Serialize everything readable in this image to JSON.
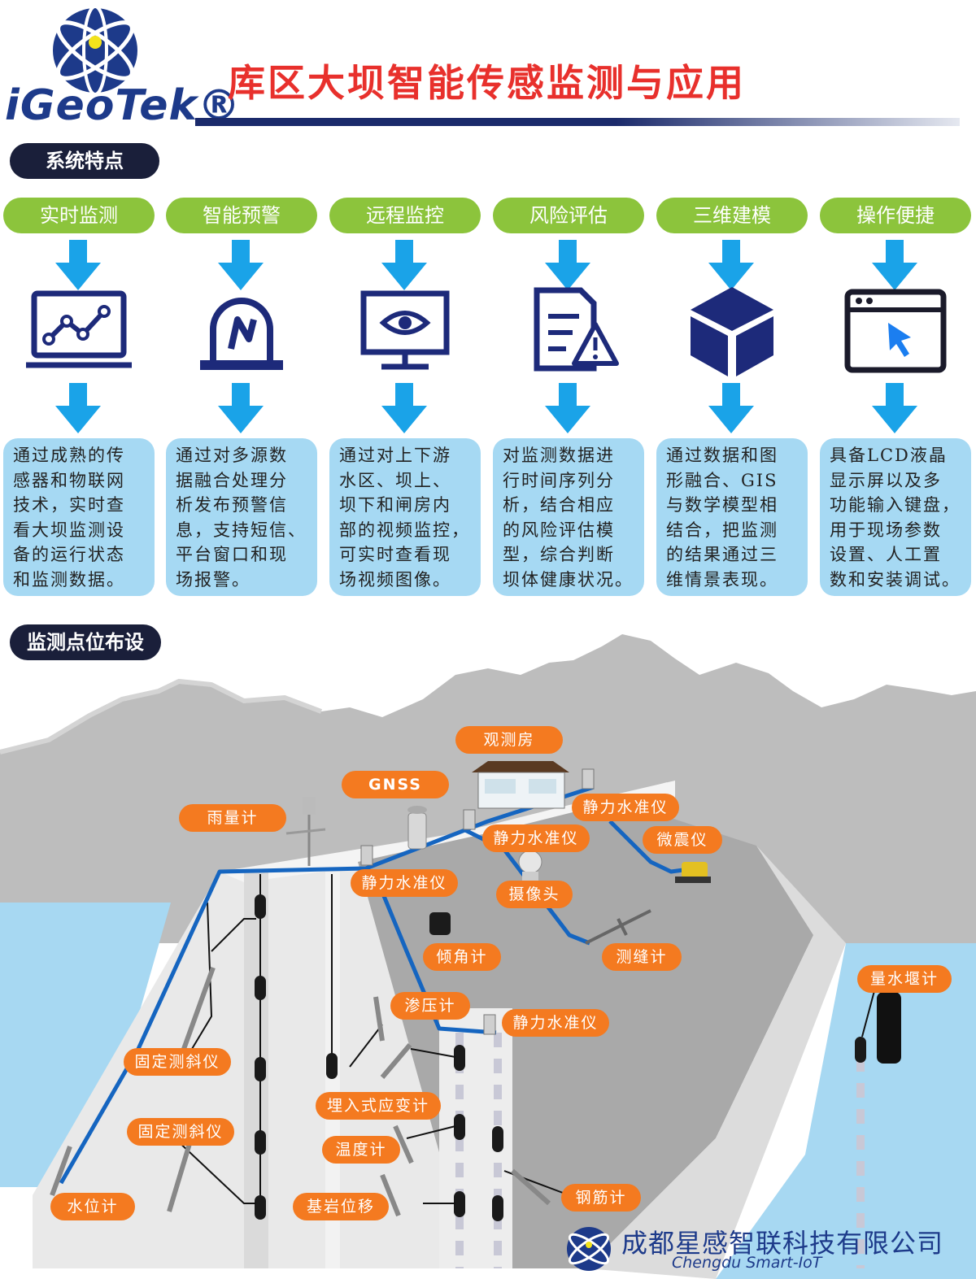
{
  "header": {
    "brand": "iGeoTek®",
    "title": "库区大坝智能传感监测与应用"
  },
  "sections": {
    "features": "系统特点",
    "layout": "监测点位布设"
  },
  "features": [
    {
      "label": "实时监测",
      "icon": "monitor-chart-icon",
      "desc": [
        "通过成熟的传",
        "感器和物联网",
        "技术，实时查",
        "看大坝监测设",
        "备的运行状态",
        "和监测数据。"
      ]
    },
    {
      "label": "智能预警",
      "icon": "alarm-light-icon",
      "desc": [
        "通过对多源数",
        "据融合处理分",
        "析发布预警信",
        "息，支持短信、",
        "平台窗口和现",
        "场报警。"
      ]
    },
    {
      "label": "远程监控",
      "icon": "eye-monitor-icon",
      "desc": [
        "通过对上下游",
        "水区、坝上、",
        "坝下和闸房内",
        "部的视频监控，",
        "可实时查看现",
        "场视频图像。"
      ]
    },
    {
      "label": "风险评估",
      "icon": "document-warning-icon",
      "desc": [
        "对监测数据进",
        "行时间序列分",
        "析，结合相应",
        "的风险评估模",
        "型，综合判断",
        "坝体健康状况。"
      ]
    },
    {
      "label": "三维建模",
      "icon": "cube-icon",
      "desc": [
        "通过数据和图",
        "形融合、GIS",
        "与数学模型相",
        "结合，把监测",
        "的结果通过三",
        "维情景表现。"
      ]
    },
    {
      "label": "操作便捷",
      "icon": "browser-cursor-icon",
      "desc": [
        "具备LCD液晶",
        "显示屏以及多",
        "功能输入键盘，",
        "用于现场参数",
        "设置、人工置",
        "数和安装调试。"
      ]
    }
  ],
  "scene_labels": {
    "observation_house": "观测房",
    "gnss": "GNSS",
    "rain_gauge": "雨量计",
    "hydrostatic_level_1": "静力水准仪",
    "hydrostatic_level_2": "静力水准仪",
    "hydrostatic_level_3": "静力水准仪",
    "hydrostatic_level_4": "静力水准仪",
    "microseismic": "微震仪",
    "camera": "摄像头",
    "tiltmeter": "倾角计",
    "crack_meter": "测缝计",
    "piezometer": "渗压计",
    "weir_meter": "量水堰计",
    "fixed_inclinometer_1": "固定测斜仪",
    "fixed_inclinometer_2": "固定测斜仪",
    "strain_gauge": "埋入式应变计",
    "thermometer": "温度计",
    "water_level": "水位计",
    "bedrock_displacement": "基岩位移",
    "rebar_meter": "钢筋计"
  },
  "footer": {
    "company_cn": "成都星感智联科技有限公司",
    "company_en": "Chengdu Smart-IoT"
  },
  "colors": {
    "title": "#e8302c",
    "navy": "#1d3a8a",
    "pill_green": "#8cc43c",
    "arrow_blue": "#1aa3e8",
    "desc_bg": "#a6d9f3",
    "label_orange": "#f47a20",
    "cable_blue": "#1565c0",
    "water": "#a7d8f2",
    "mountain": "#bdbdbd"
  }
}
